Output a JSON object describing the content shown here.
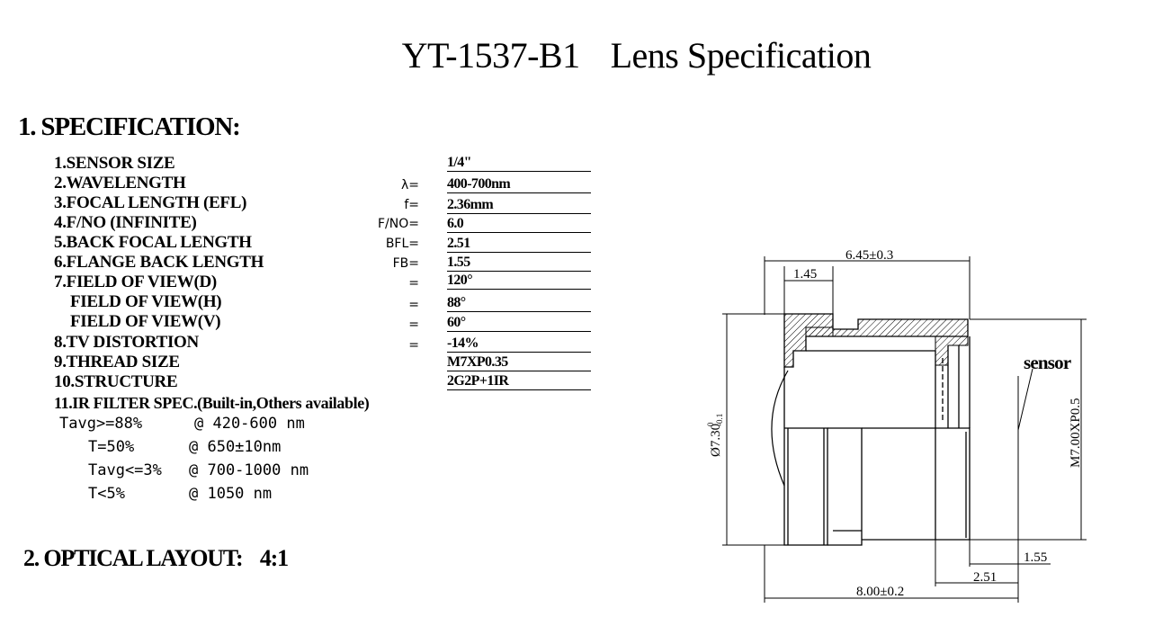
{
  "title": {
    "model": "YT-1537-B1",
    "text": "Lens Specification"
  },
  "section1": "1. SPECIFICATION:",
  "specs": [
    {
      "label": "1.SENSOR SIZE",
      "symbol": "",
      "value": "1/4\""
    },
    {
      "label": "2.WAVELENGTH",
      "symbol": "λ=",
      "value": "400-700nm"
    },
    {
      "label": "3.FOCAL LENGTH (EFL)",
      "symbol": "f=",
      "value": "2.36mm"
    },
    {
      "label": "4.F/NO (INFINITE)",
      "symbol": "F/NO=",
      "value": "6.0"
    },
    {
      "label": "5.BACK FOCAL LENGTH",
      "symbol": "BFL=",
      "value": "2.51"
    },
    {
      "label": "6.FLANGE BACK LENGTH",
      "symbol": "FB=",
      "value": "1.55"
    },
    {
      "label": "7.FIELD OF VIEW(D)",
      "symbol": "=",
      "value": "120°"
    },
    {
      "label": "FIELD OF VIEW(H)",
      "symbol": "=",
      "value": "88°"
    },
    {
      "label": "FIELD OF VIEW(V)",
      "symbol": "=",
      "value": "60°"
    },
    {
      "label": "8.TV DISTORTION",
      "symbol": "=",
      "value": "-14%"
    },
    {
      "label": "9.THREAD SIZE",
      "symbol": "",
      "value": "M7XP0.35"
    },
    {
      "label": "10.STRUCTURE",
      "symbol": "",
      "value": "2G2P+1IR"
    }
  ],
  "ir_filter": {
    "label": "11.IR FILTER SPEC.(Built-in,Others available)",
    "rows": [
      {
        "cond": "Tavg>=88%",
        "range": "@ 420-600 nm"
      },
      {
        "cond": "T=50%",
        "range": "@ 650±10nm"
      },
      {
        "cond": "Tavg<=3%",
        "range": "@ 700-1000 nm"
      },
      {
        "cond": "T<5%",
        "range": "@ 1050 nm"
      }
    ]
  },
  "section2": {
    "label": "2. OPTICAL  LAYOUT:",
    "scale": "4:1"
  },
  "drawing": {
    "dim_top_width": "6.45±0.3",
    "dim_top_small": "1.45",
    "dim_left_diameter": "Ø7.30",
    "dim_left_tol_upper": "0",
    "dim_left_tol_lower": "-0.1",
    "dim_right_thread": "M7.00XP0.5",
    "sensor_label": "sensor",
    "dim_fb": "1.55",
    "dim_bfl": "2.51",
    "dim_total_length": "8.00±0.2"
  }
}
